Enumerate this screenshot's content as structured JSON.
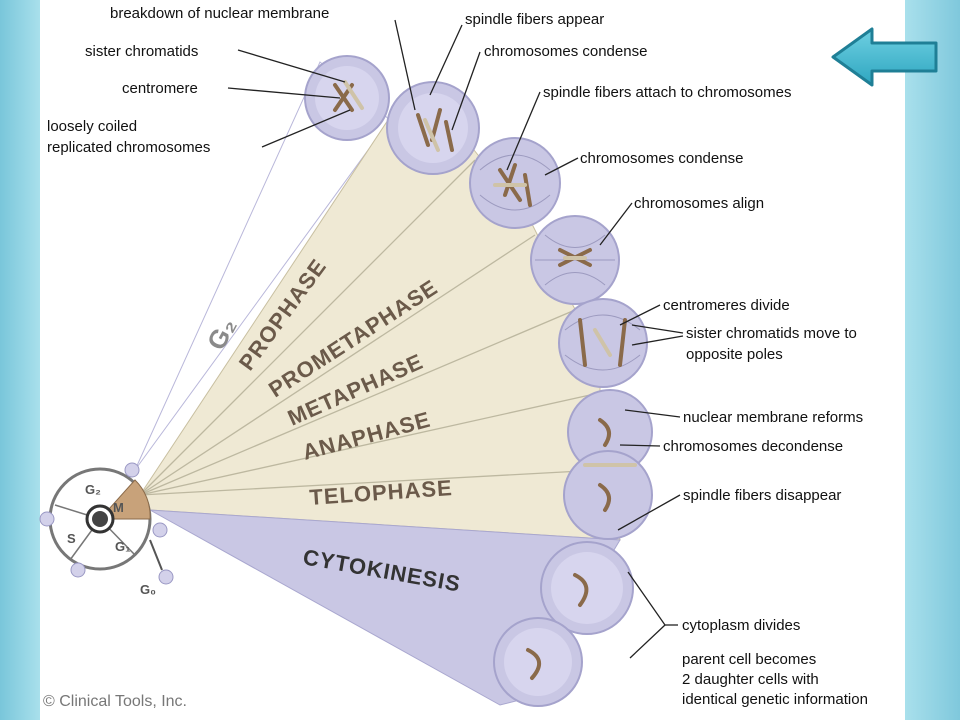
{
  "labels": {
    "breakdown": "breakdown of nuclear membrane",
    "sister_chromatids": "sister chromatids",
    "centromere": "centromere",
    "loosely_1": "loosely coiled",
    "loosely_2": "replicated chromosomes",
    "spindle_appear": "spindle fibers appear",
    "condense_1": "chromosomes condense",
    "spindle_attach": "spindle fibers attach to chromosomes",
    "condense_2": "chromosomes condense",
    "align": "chromosomes align",
    "centromeres_divide": "centromeres divide",
    "sister_move_1": "sister chromatids move to",
    "sister_move_2": "opposite poles",
    "membrane_reforms": "nuclear membrane reforms",
    "decondense": "chromosomes decondense",
    "spindle_disappear": "spindle fibers disappear",
    "cyto_divides": "cytoplasm divides",
    "parent_1": "parent cell becomes",
    "parent_2": "2 daughter cells with",
    "parent_3": "identical genetic information"
  },
  "phases": {
    "g2_big": "G₂",
    "prophase": "PROPHASE",
    "prometaphase": "PROMETAPHASE",
    "metaphase": "METAPHASE",
    "anaphase": "ANAPHASE",
    "telophase": "TELOPHASE",
    "cytokinesis": "CYTOKINESIS"
  },
  "cycle": {
    "g2": "G₂",
    "m": "M",
    "s": "S",
    "g1": "G₁",
    "g0": "G₀"
  },
  "copyright": "© Clinical Tools, Inc.",
  "nav": {
    "back_icon": "left-arrow-icon"
  },
  "colors": {
    "wedge": "#efe9d4",
    "cyto_wedge": "#c9c7e4",
    "cell": "#c9c7e4",
    "arrow_fill": "#3fb7cf",
    "arrow_stroke": "#1f7f96",
    "background": "#9fd8e6"
  }
}
